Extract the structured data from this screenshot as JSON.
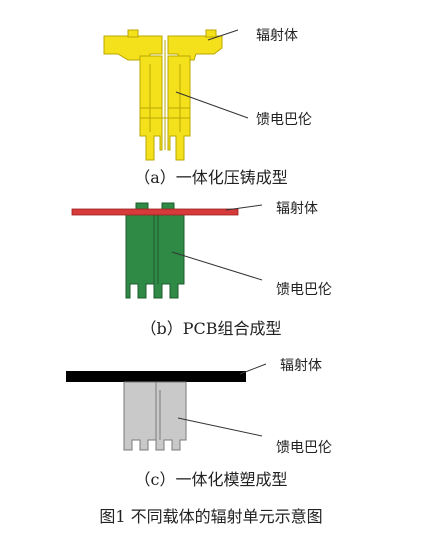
{
  "panel_a": {
    "caption": "（a）一体化压铸成型",
    "label_radiator": "辐射体",
    "label_balun": "馈电巴伦",
    "fill_color": "#f4e11c",
    "edge_color": "#b9a800"
  },
  "panel_b": {
    "caption": "（b）PCB组合成型",
    "label_radiator": "辐射体",
    "label_balun": "馈电巴伦",
    "radiator_color": "#d63a3a",
    "balun_color": "#2f8a45",
    "edge_color": "#1d5b2c"
  },
  "panel_c": {
    "caption": "（c）一体化模塑成型",
    "label_radiator": "辐射体",
    "label_balun": "馈电巴伦",
    "fill_color": "#c9c9c9",
    "edge_color": "#7a7a7a"
  },
  "figure_caption": "图1   不同载体的辐射单元示意图"
}
